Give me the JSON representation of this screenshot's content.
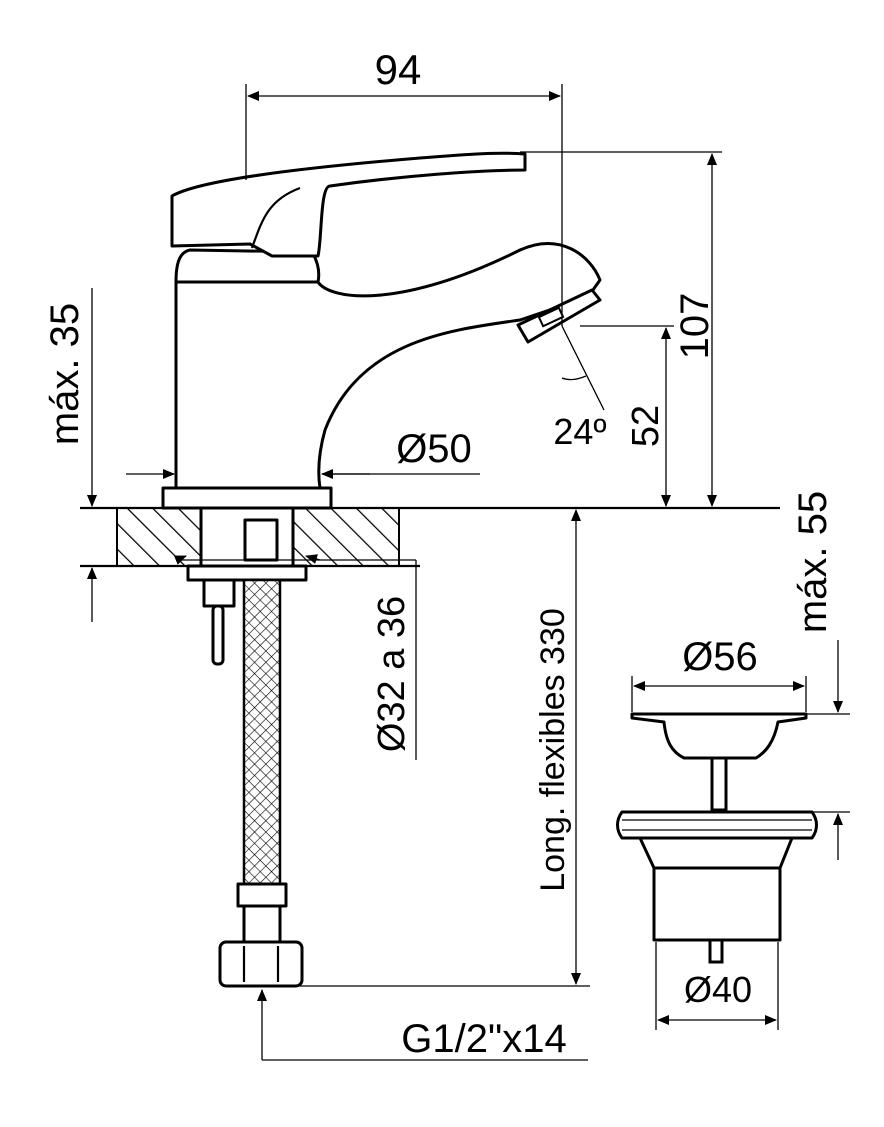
{
  "dimensions": {
    "width_top": "94",
    "height_total": "107",
    "spout_height": "52",
    "spout_angle": "24º",
    "base_diameter": "Ø50",
    "max_counter_thickness": "máx. 35",
    "hole_diameter": "Ø32 a 36",
    "flexible_length": "Long. flexibles 330",
    "thread": "G1/2\"x14",
    "drain_max_thickness": "máx. 55",
    "drain_top_diameter": "Ø56",
    "drain_body_diameter": "Ø40"
  }
}
